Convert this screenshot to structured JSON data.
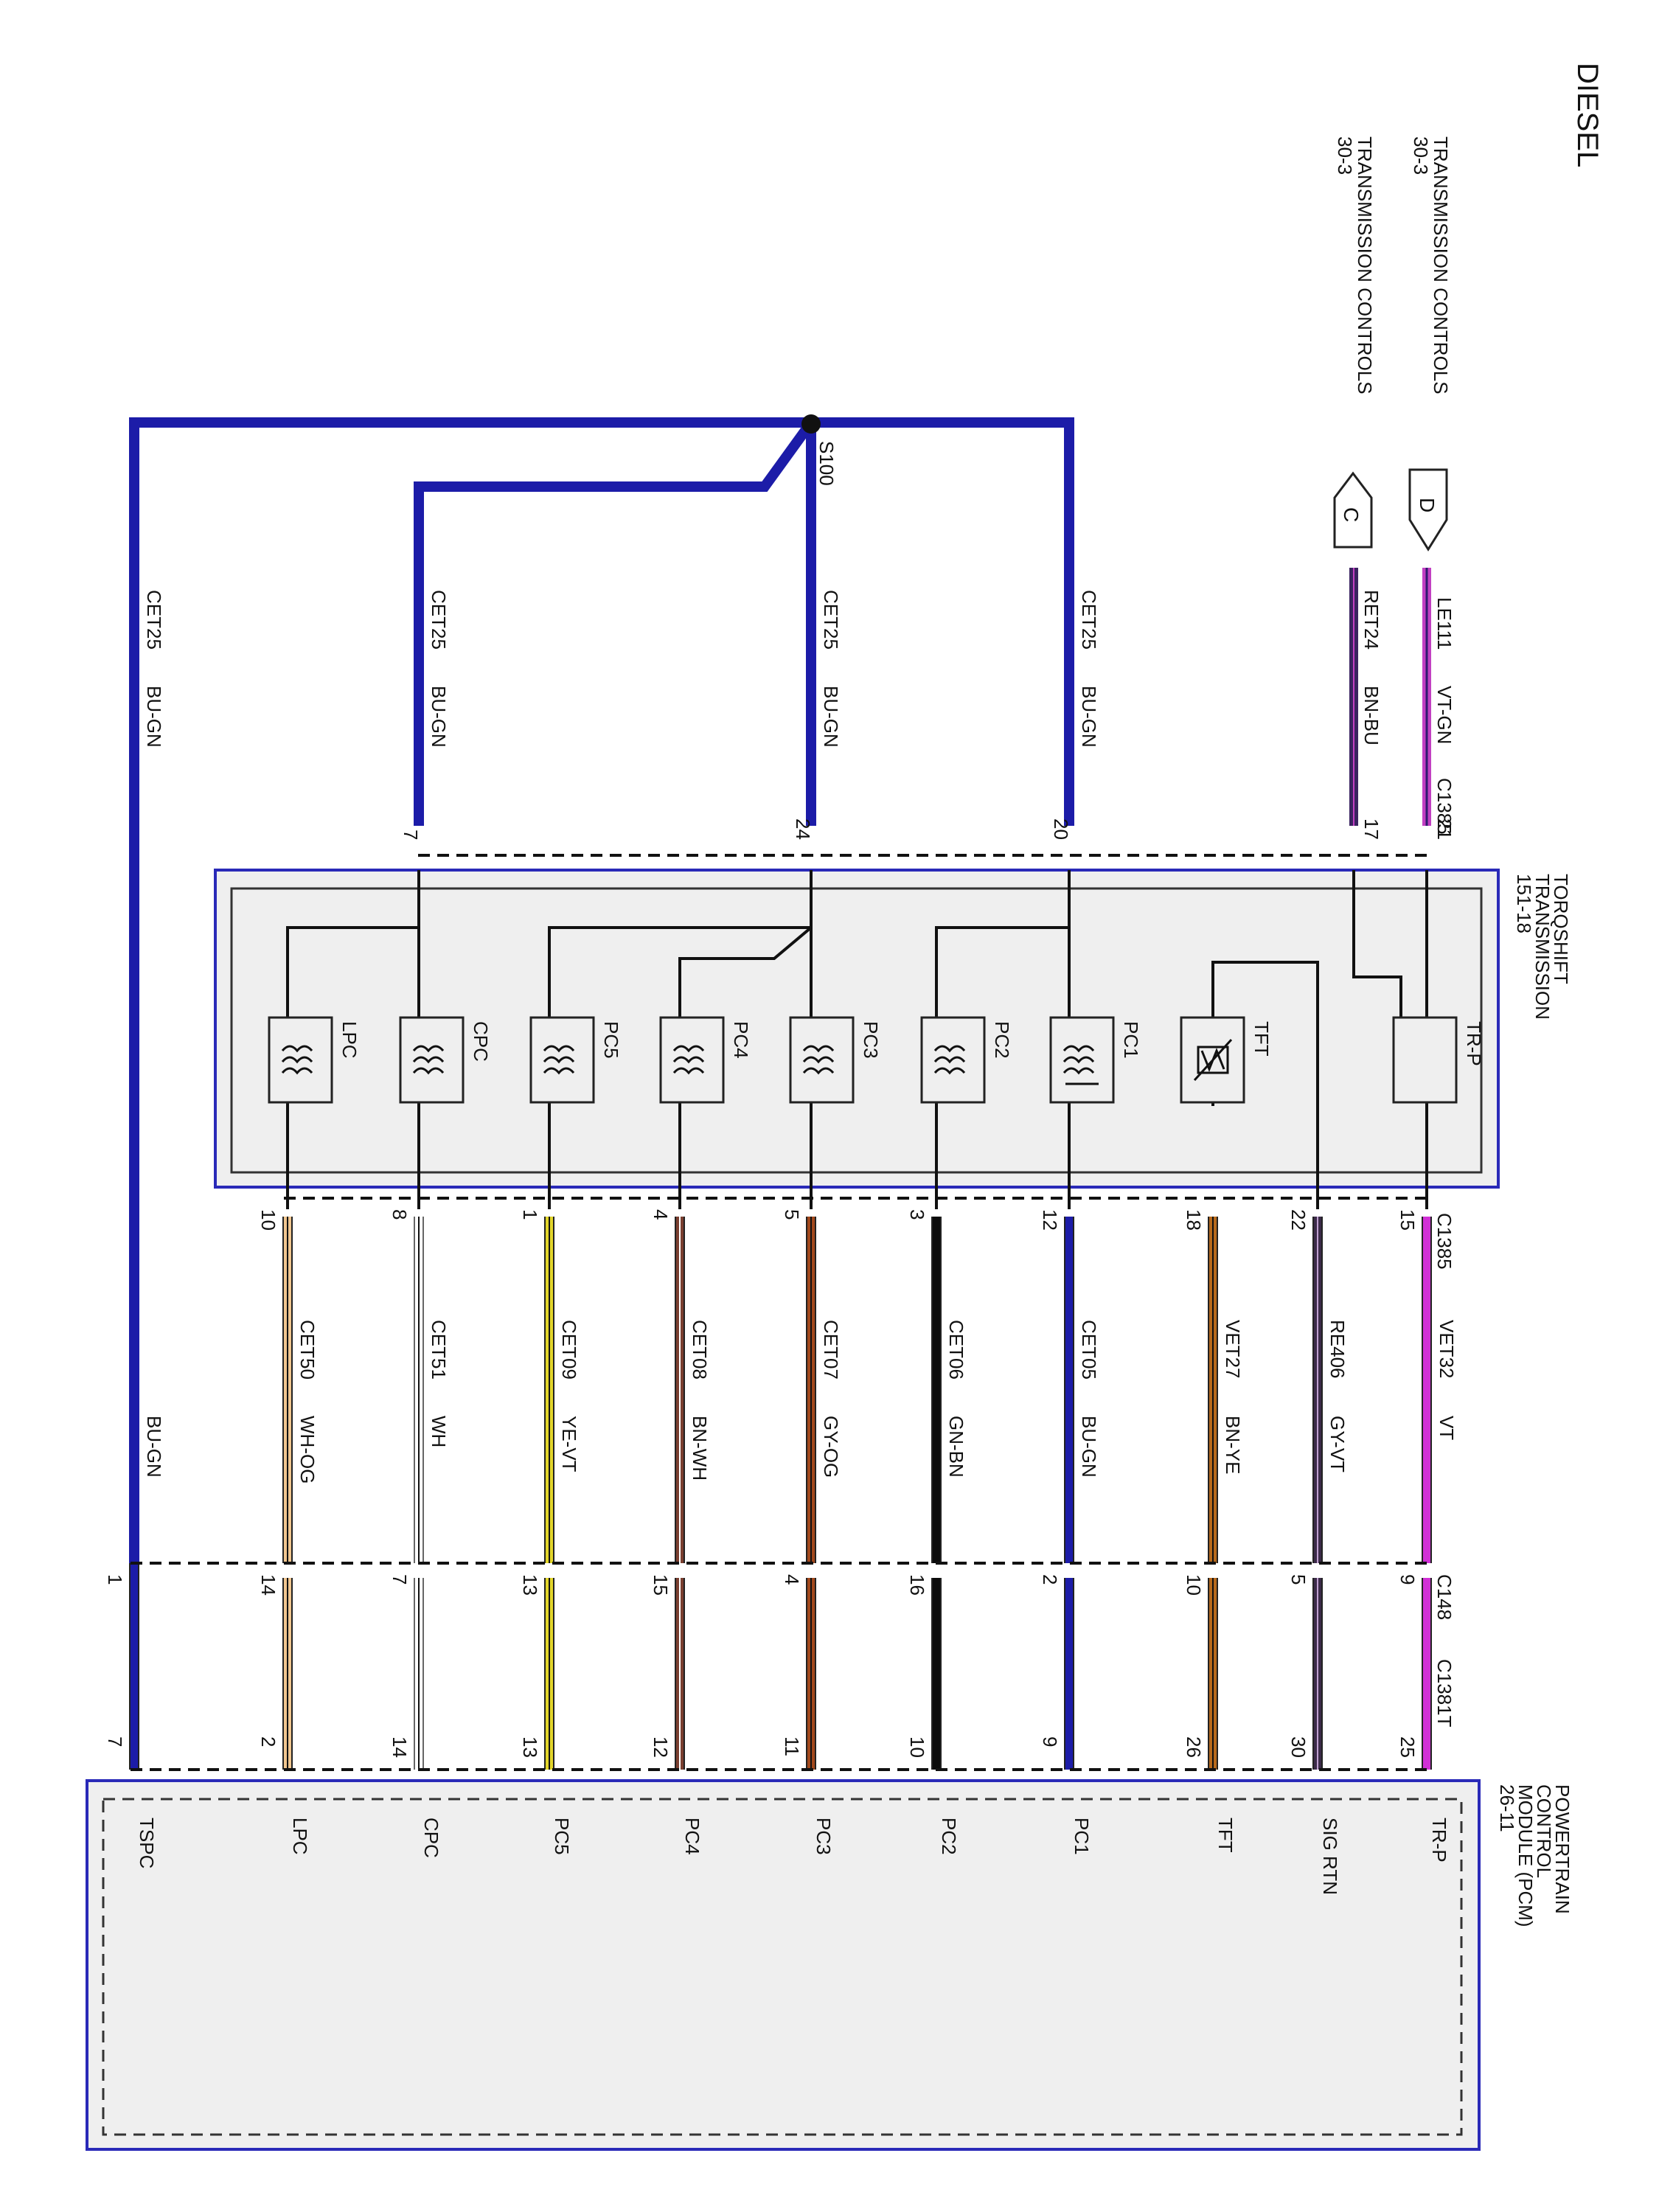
{
  "title": "DIESEL",
  "references": [
    {
      "name": "TRANSMISSION CONTROLS",
      "page": "30-3",
      "connector": "D"
    },
    {
      "name": "TRANSMISSION CONTROLS",
      "page": "30-3",
      "connector": "C"
    }
  ],
  "colors": {
    "BU-GN": "#1c1ca8",
    "VT-GN": "#c23fc2",
    "BN-BU": "#3a2260",
    "VT": "#d130d6",
    "GY-VT": "#3b2b48",
    "BN-YE": "#b86a1c",
    "GN-BN": "#0b0b0b",
    "GY-OG": "#a2481c",
    "BN-WH": "#7a3f30",
    "YE-VT": "#e2d52a",
    "WH": "#ffffff",
    "WH-OG": "#f1c68f",
    "box_border": "#2a2ab8",
    "box_fill": "#efefef"
  },
  "splice": "S100",
  "connectors": {
    "top": "C1385",
    "mid": "C1385",
    "c148": "C148",
    "c1381t": "C1381T"
  },
  "transmission": {
    "name_lines": [
      "TORQSHIFT",
      "TRANSMISSION",
      "151-18"
    ],
    "components": [
      "TR-P",
      "TFT",
      "PC1",
      "PC2",
      "PC3",
      "PC4",
      "PC5",
      "CPC",
      "LPC"
    ]
  },
  "pcm": {
    "name_lines": [
      "POWERTRAIN",
      "CONTROL",
      "MODULE (PCM)",
      "26-11"
    ],
    "pins": [
      "TR-P",
      "SIG RTN",
      "TFT",
      "PC1",
      "PC2",
      "PC3",
      "PC4",
      "PC5",
      "CPC",
      "LPC",
      "TSPC"
    ]
  },
  "upper_wires": [
    {
      "circuit": "LE111",
      "color": "VT-GN",
      "pin": "21"
    },
    {
      "circuit": "RET24",
      "color": "BN-BU",
      "pin": "17"
    },
    {
      "circuit": "CET25",
      "color": "BU-GN",
      "pin": "20"
    },
    {
      "circuit": "CET25",
      "color": "BU-GN",
      "pin": "24"
    },
    {
      "circuit": "CET25",
      "color": "BU-GN",
      "pin": "7"
    },
    {
      "circuit": "CET25",
      "color": "BU-GN",
      "pin": ""
    }
  ],
  "lower_wires": [
    {
      "circuit": "VET32",
      "color": "VT",
      "c1385_pin": "15",
      "c148_pin": "9",
      "pcm_pin": "25"
    },
    {
      "circuit": "RE406",
      "color": "GY-VT",
      "c1385_pin": "22",
      "c148_pin": "5",
      "pcm_pin": "30"
    },
    {
      "circuit": "VET27",
      "color": "BN-YE",
      "c1385_pin": "18",
      "c148_pin": "10",
      "pcm_pin": "26"
    },
    {
      "circuit": "CET05",
      "color": "BU-GN",
      "c1385_pin": "12",
      "c148_pin": "2",
      "pcm_pin": "9"
    },
    {
      "circuit": "CET06",
      "color": "GN-BN",
      "c1385_pin": "3",
      "c148_pin": "16",
      "pcm_pin": "10"
    },
    {
      "circuit": "CET07",
      "color": "GY-OG",
      "c1385_pin": "5",
      "c148_pin": "4",
      "pcm_pin": "11"
    },
    {
      "circuit": "CET08",
      "color": "BN-WH",
      "c1385_pin": "4",
      "c148_pin": "15",
      "pcm_pin": "12"
    },
    {
      "circuit": "CET09",
      "color": "YE-VT",
      "c1385_pin": "1",
      "c148_pin": "13",
      "pcm_pin": "13"
    },
    {
      "circuit": "CET51",
      "color": "WH",
      "c1385_pin": "8",
      "c148_pin": "7",
      "pcm_pin": "14"
    },
    {
      "circuit": "CET50",
      "color": "WH-OG",
      "c1385_pin": "10",
      "c148_pin": "14",
      "pcm_pin": "2"
    },
    {
      "circuit": "",
      "color": "BU-GN",
      "c1385_pin": "",
      "c148_pin": "1",
      "pcm_pin": "7"
    }
  ]
}
